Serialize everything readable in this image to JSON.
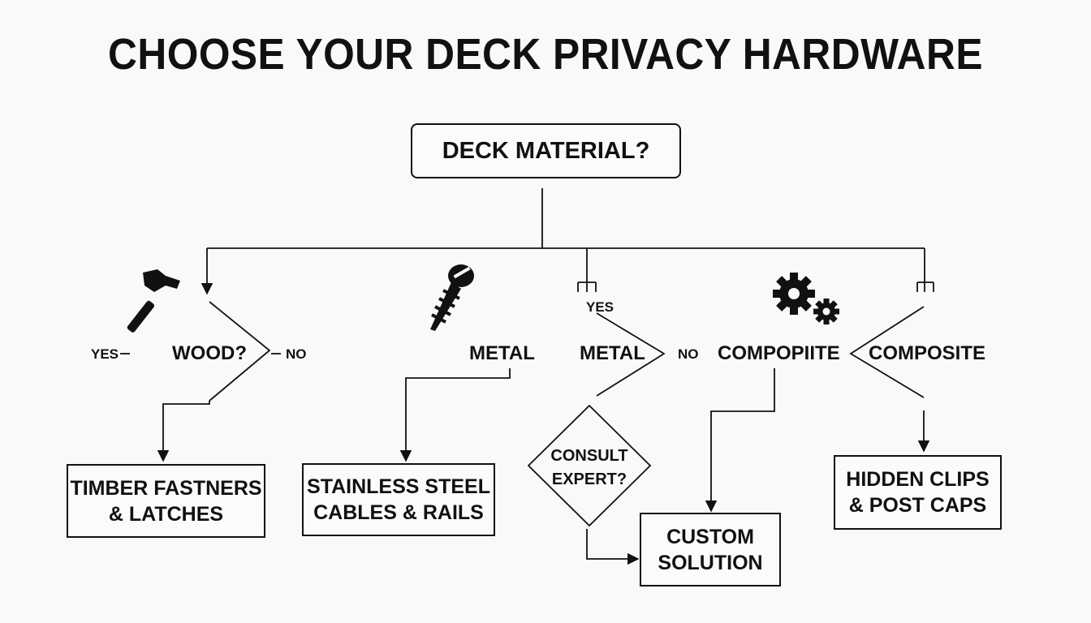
{
  "title": "CHOOSE YOUR DECK PRIVACY HARDWARE",
  "root": {
    "label": "DECK MATERIAL?"
  },
  "branches": {
    "wood": {
      "question": "WOOD?",
      "yes": "YES",
      "no": "NO",
      "icon": "hammer-icon"
    },
    "metal": {
      "label_left": "METAL",
      "label_right": "METAL",
      "yes": "YES",
      "no": "NO",
      "icon": "screw-icon"
    },
    "composite": {
      "label_left": "COMPOPIITE",
      "label_right": "COMPOSITE",
      "icon": "gears-icon"
    }
  },
  "decision": {
    "line1": "CONSULT",
    "line2": "EXPERT?"
  },
  "results": {
    "timber": {
      "line1": "TIMBER FASTNERS",
      "line2": "& LATCHES"
    },
    "stainless": {
      "line1": "STAINLESS STEEL",
      "line2": "CABLES & RAILS"
    },
    "custom": {
      "line1": "CUSTOM",
      "line2": "SOLUTION"
    },
    "hidden": {
      "line1": "HIDDEN CLIPS",
      "line2": "& POST CAPS"
    }
  },
  "colors": {
    "ink": "#111111",
    "background": "#f9f9f9"
  }
}
